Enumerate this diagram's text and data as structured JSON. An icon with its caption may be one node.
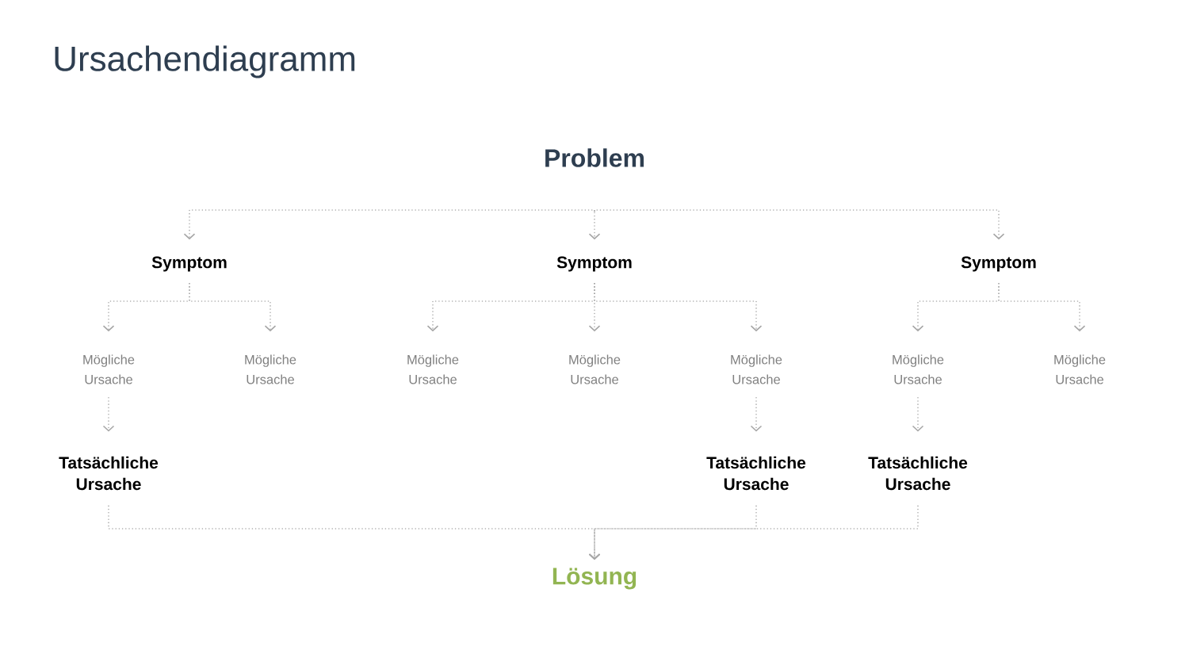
{
  "diagram": {
    "title": "Ursachendiagramm",
    "nodes": [
      {
        "text": [
          "Problem"
        ]
      },
      {
        "text": [
          "Symptom"
        ]
      },
      {
        "text": [
          "Symptom"
        ]
      },
      {
        "text": [
          "Symptom"
        ]
      },
      {
        "text": [
          "Mögliche Ursache"
        ]
      },
      {
        "text": [
          "Mögliche Ursache"
        ]
      },
      {
        "text": [
          "Mögliche Ursache"
        ]
      },
      {
        "text": [
          "Mögliche Ursache"
        ]
      },
      {
        "text": [
          "Mögliche Ursache"
        ]
      },
      {
        "text": [
          "Mögliche Ursache"
        ]
      },
      {
        "text": [
          "Mögliche Ursache"
        ]
      },
      {
        "text": [
          "Tatsächliche Ursache"
        ]
      },
      {
        "text": [
          "Tatsächliche Ursache"
        ]
      },
      {
        "text": [
          "Tatsächliche Ursache"
        ]
      },
      {
        "text": [
          "Lösung"
        ]
      }
    ],
    "edges": [
      {
        "from": 0,
        "to": 1,
        "arrow": "to"
      },
      {
        "from": 0,
        "to": 2,
        "arrow": "to"
      },
      {
        "from": 0,
        "to": 3,
        "arrow": "to"
      },
      {
        "from": 1,
        "to": 4,
        "arrow": "to"
      },
      {
        "from": 1,
        "to": 5,
        "arrow": "to"
      },
      {
        "from": 2,
        "to": 6,
        "arrow": "to"
      },
      {
        "from": 2,
        "to": 7,
        "arrow": "to"
      },
      {
        "from": 2,
        "to": 8,
        "arrow": "to"
      },
      {
        "from": 3,
        "to": 9,
        "arrow": "to"
      },
      {
        "from": 3,
        "to": 10,
        "arrow": "to"
      },
      {
        "from": 4,
        "to": 11,
        "arrow": "to"
      },
      {
        "from": 8,
        "to": 12,
        "arrow": "to"
      },
      {
        "from": 9,
        "to": 13,
        "arrow": "to"
      },
      {
        "from": 11,
        "to": 14,
        "arrow": "to"
      },
      {
        "from": 12,
        "to": 14,
        "arrow": "to"
      },
      {
        "from": 13,
        "to": 14,
        "arrow": "to"
      }
    ]
  }
}
